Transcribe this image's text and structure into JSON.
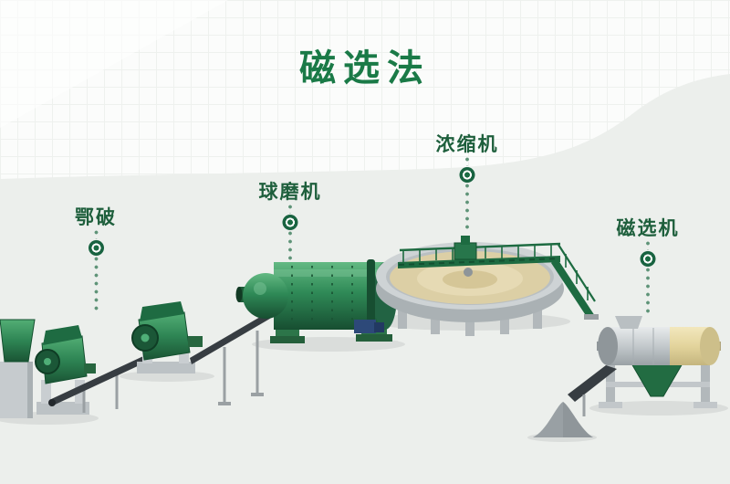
{
  "title": "磁选法",
  "callouts": [
    {
      "id": "jaw-crusher",
      "label": "鄂破"
    },
    {
      "id": "ball-mill",
      "label": "球磨机"
    },
    {
      "id": "thickener",
      "label": "浓缩机"
    },
    {
      "id": "magnetic-separator",
      "label": "磁选机"
    }
  ],
  "colors": {
    "title_green": "#1a7a47",
    "label_green": "#1e5f3c",
    "marker_green": "#1a6b42",
    "machine_green": "#2e8554",
    "belt_dark": "#373d42",
    "concrete_gray": "#c2c7ca",
    "thickener_sand": "#dccfa5",
    "drum_gray": "#c3c9cc",
    "drum_cream": "#e3d49c",
    "background": "#fbfcfb",
    "panel_gray": "#ecefec"
  }
}
